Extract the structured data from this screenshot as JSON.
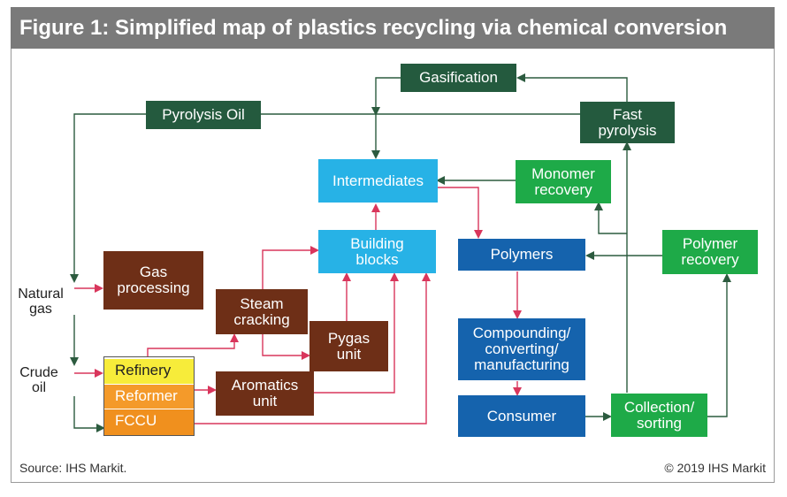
{
  "title": "Figure 1: Simplified map of plastics recycling via chemical conversion",
  "nodes": {
    "gasification": "Gasification",
    "pyrolysis_oil": "Pyrolysis Oil",
    "fast_pyrolysis": "Fast pyrolysis",
    "intermediates": "Intermediates",
    "monomer_recovery": "Monomer recovery",
    "building_blocks": "Building blocks",
    "polymers": "Polymers",
    "polymer_recovery": "Polymer recovery",
    "gas_processing": "Gas processing",
    "steam_cracking": "Steam cracking",
    "pygas_unit": "Pygas unit",
    "aromatics_unit": "Aromatics unit",
    "compounding": "Compounding/ converting/ manufacturing",
    "consumer": "Consumer",
    "collection_sorting": "Collection/ sorting"
  },
  "refinery_group": {
    "refinery": "Refinery",
    "reformer": "Reformer",
    "fccu": "FCCU"
  },
  "inputs": {
    "natural_gas": "Natural gas",
    "crude_oil": "Crude oil"
  },
  "colors": {
    "dark_green": "#245a3e",
    "light_green": "#1eaa48",
    "light_blue": "#27b2e6",
    "dark_blue": "#1563ad",
    "brown": "#6e2f17",
    "refinery_yellow": "#f7ec3a",
    "reformer_orange": "#f49a2a",
    "fccu_orange": "#f0901e",
    "arrow_red": "#d9365c",
    "arrow_green": "#2c5b3f"
  },
  "footer": {
    "source": "Source: IHS Markit.",
    "copyright": "© 2019 IHS Markit"
  }
}
